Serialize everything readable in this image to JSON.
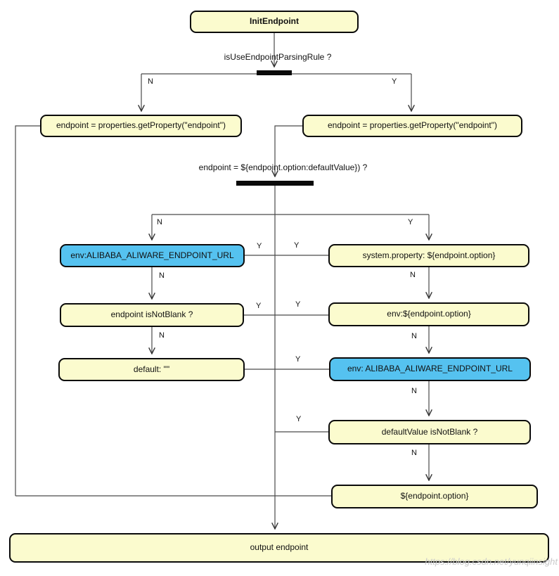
{
  "labels": {
    "yes": "Y",
    "no": "N"
  },
  "questions": {
    "use_parsing_rule": "isUseEndpointParsingRule ?",
    "endpoint_option": "endpoint = ${endpoint.option:defaultValue}) ?"
  },
  "nodes": {
    "init": "InitEndpoint",
    "get_property_left": "endpoint = properties.getProperty(\"endpoint\")",
    "get_property_right": "endpoint = properties.getProperty(\"endpoint\")",
    "env_aliware_left": "env:ALIBABA_ALIWARE_ENDPOINT_URL",
    "system_property": "system.property: ${endpoint.option}",
    "endpoint_isnotblank": "endpoint isNotBlank ?",
    "env_endpoint_option": "env:${endpoint.option}",
    "default_empty": "default: \"\"",
    "env_aliware_right": "env: ALIBABA_ALIWARE_ENDPOINT_URL",
    "defaultvalue_isnotblank": "defaultValue isNotBlank ?",
    "endpoint_option_value": "${endpoint.option}",
    "output": "output endpoint"
  },
  "watermark": "https://blog.csdn.net/yunqiinsight",
  "colors": {
    "node_fill": "#FBFBCE",
    "highlight_fill": "#55C2F0",
    "border": "#0A0A0A",
    "line": "#4A4A4A"
  }
}
